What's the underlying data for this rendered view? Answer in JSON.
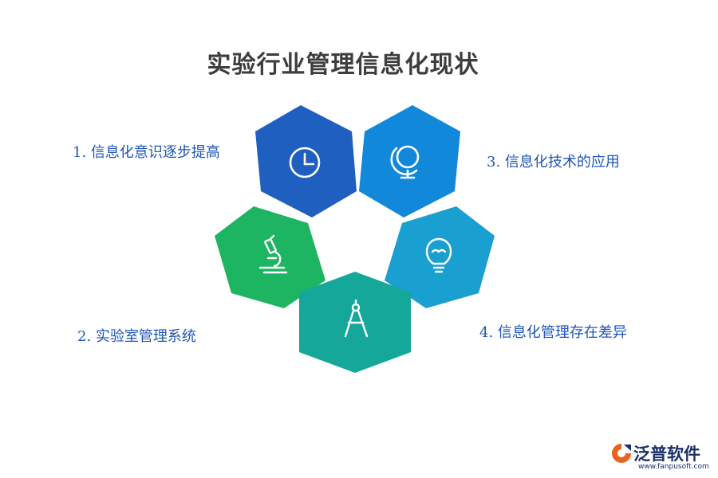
{
  "title": "实验行业管理信息化现状",
  "items": [
    {
      "label": "1. 信息化意识逐步提高",
      "color": "#1f5fbf",
      "icon": "clock-icon"
    },
    {
      "label": "2. 实验室管理系统",
      "color": "#1db462",
      "icon": "microscope-icon"
    },
    {
      "label": "3. 信息化技术的应用",
      "color": "#1188d9",
      "icon": "globe-icon"
    },
    {
      "label": "4. 信息化管理存在差异",
      "color": "#1aa0d0",
      "icon": "lightbulb-icon"
    },
    {
      "label": "",
      "color": "#15a79a",
      "icon": "compass-icon"
    }
  ],
  "logo": {
    "name": "泛普软件",
    "url": "www.fanpusoft.com",
    "accent": "#e8641e"
  }
}
